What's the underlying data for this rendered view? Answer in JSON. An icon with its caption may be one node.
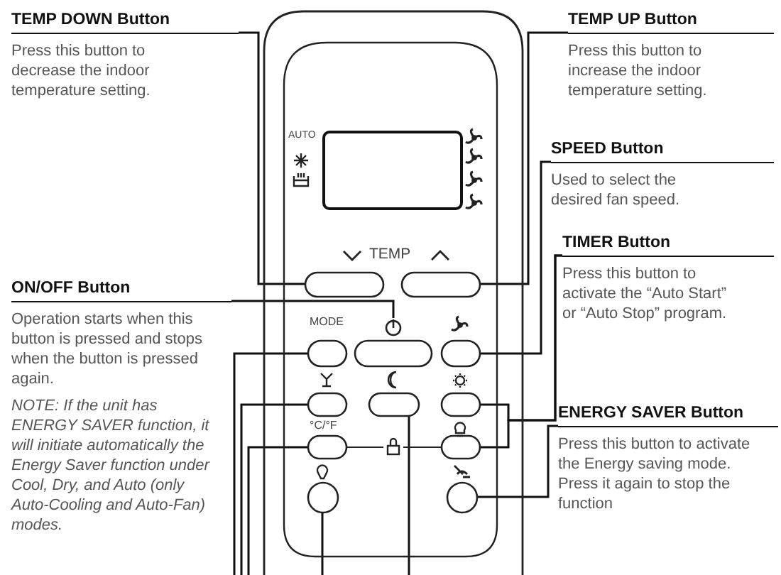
{
  "diagram": {
    "nodes": [
      {
        "text": [
          "TEMP DOWN Button",
          "Press this button to decrease the indoor temperature setting."
        ]
      },
      {
        "text": [
          "TEMP UP Button",
          "Press this button to increase the indoor temperature setting."
        ]
      },
      {
        "text": [
          "SPEED Button",
          "Used to select the desired fan speed."
        ]
      },
      {
        "text": [
          "TIMER Button",
          "Press this button to activate the “Auto Start” or “Auto Stop” program."
        ]
      },
      {
        "text": [
          "ON/OFF Button",
          "Operation starts when this button is pressed and stops when the button is pressed again.",
          "NOTE: If the unit has ENERGY SAVER function, it will initiate automatically the  Energy Saver function under Cool, Dry, and Auto (only Auto-Cooling and Auto-Fan) modes."
        ]
      },
      {
        "text": [
          "ENERGY SAVER Button",
          "Press this button to activate the Energy saving mode. Press it again to stop the function"
        ]
      },
      {
        "text": [],
        "shape": "button"
      },
      {
        "text": [],
        "shape": "button"
      },
      {
        "text": [],
        "shape": "button"
      },
      {
        "text": [],
        "shape": "button"
      },
      {
        "text": [],
        "shape": "button"
      },
      {
        "text": [],
        "shape": "button"
      },
      {
        "text": [],
        "shape": "button"
      },
      {
        "text": [],
        "shape": "button"
      },
      {
        "text": [],
        "shape": "button"
      },
      {
        "text": [],
        "shape": "button"
      },
      {
        "text": [],
        "shape": "circle"
      },
      {
        "text": [],
        "shape": "circle"
      }
    ],
    "edges": [
      {
        "from": 0,
        "to": 6,
        "arrow": "none"
      },
      {
        "from": 1,
        "to": 7,
        "arrow": "none"
      },
      {
        "from": 2,
        "to": 10,
        "arrow": "none"
      },
      {
        "from": 3,
        "to": 13,
        "arrow": "none"
      },
      {
        "from": 3,
        "to": 15,
        "arrow": "none"
      },
      {
        "from": 4,
        "to": 9,
        "arrow": "none"
      },
      {
        "from": 5,
        "to": 17,
        "arrow": "none"
      },
      {
        "from": null,
        "to": 8,
        "arrow": "none"
      },
      {
        "from": null,
        "to": 11,
        "arrow": "none"
      },
      {
        "from": null,
        "to": 14,
        "arrow": "none"
      },
      {
        "from": null,
        "to": 16,
        "arrow": "none"
      },
      {
        "from": null,
        "to": 12,
        "arrow": "none"
      }
    ],
    "labels": [
      "AUTO",
      "TEMP",
      "MODE",
      "°C/°F"
    ]
  }
}
